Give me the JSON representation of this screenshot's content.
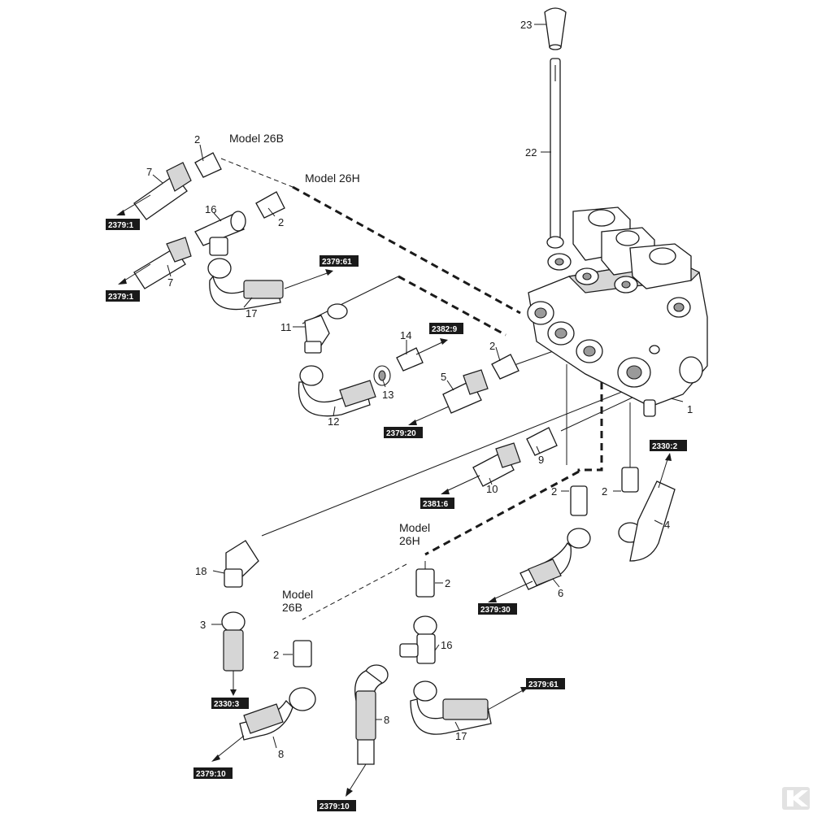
{
  "diagram": {
    "models": {
      "model_26b_top": "Model 26B",
      "model_26h_top": "Model 26H",
      "model_26h_lower_line1": "Model",
      "model_26h_lower_line2": "26H",
      "model_26b_lower_line1": "Model",
      "model_26b_lower_line2": "26B"
    },
    "part_numbers": {
      "p1": "1",
      "p2_top": "2",
      "p2_model26h": "2",
      "p2_mid": "2",
      "p2_right": "2",
      "p2_lower_h": "2",
      "p2_lower_b": "2",
      "p3": "3",
      "p4": "4",
      "p5": "5",
      "p6": "6",
      "p7_top": "7",
      "p7_bottom": "7",
      "p8_left": "8",
      "p8_right": "8",
      "p9": "9",
      "p10": "10",
      "p11": "11",
      "p12": "12",
      "p13": "13",
      "p14": "14",
      "p16_top": "16",
      "p16_lower": "16",
      "p17_top": "17",
      "p17_lower": "17",
      "p18": "18",
      "p22": "22",
      "p23": "23"
    },
    "references": {
      "r_2379_1_a": "2379:1",
      "r_2379_1_b": "2379:1",
      "r_2379_61_top": "2379:61",
      "r_2382_9": "2382:9",
      "r_2379_20": "2379:20",
      "r_2330_2": "2330:2",
      "r_2381_6": "2381:6",
      "r_2379_30": "2379:30",
      "r_2330_3": "2330:3",
      "r_2379_61_lower": "2379:61",
      "r_2379_10_left": "2379:10",
      "r_2379_10_right": "2379:10"
    },
    "logo_icon": "k-brand-logo"
  }
}
